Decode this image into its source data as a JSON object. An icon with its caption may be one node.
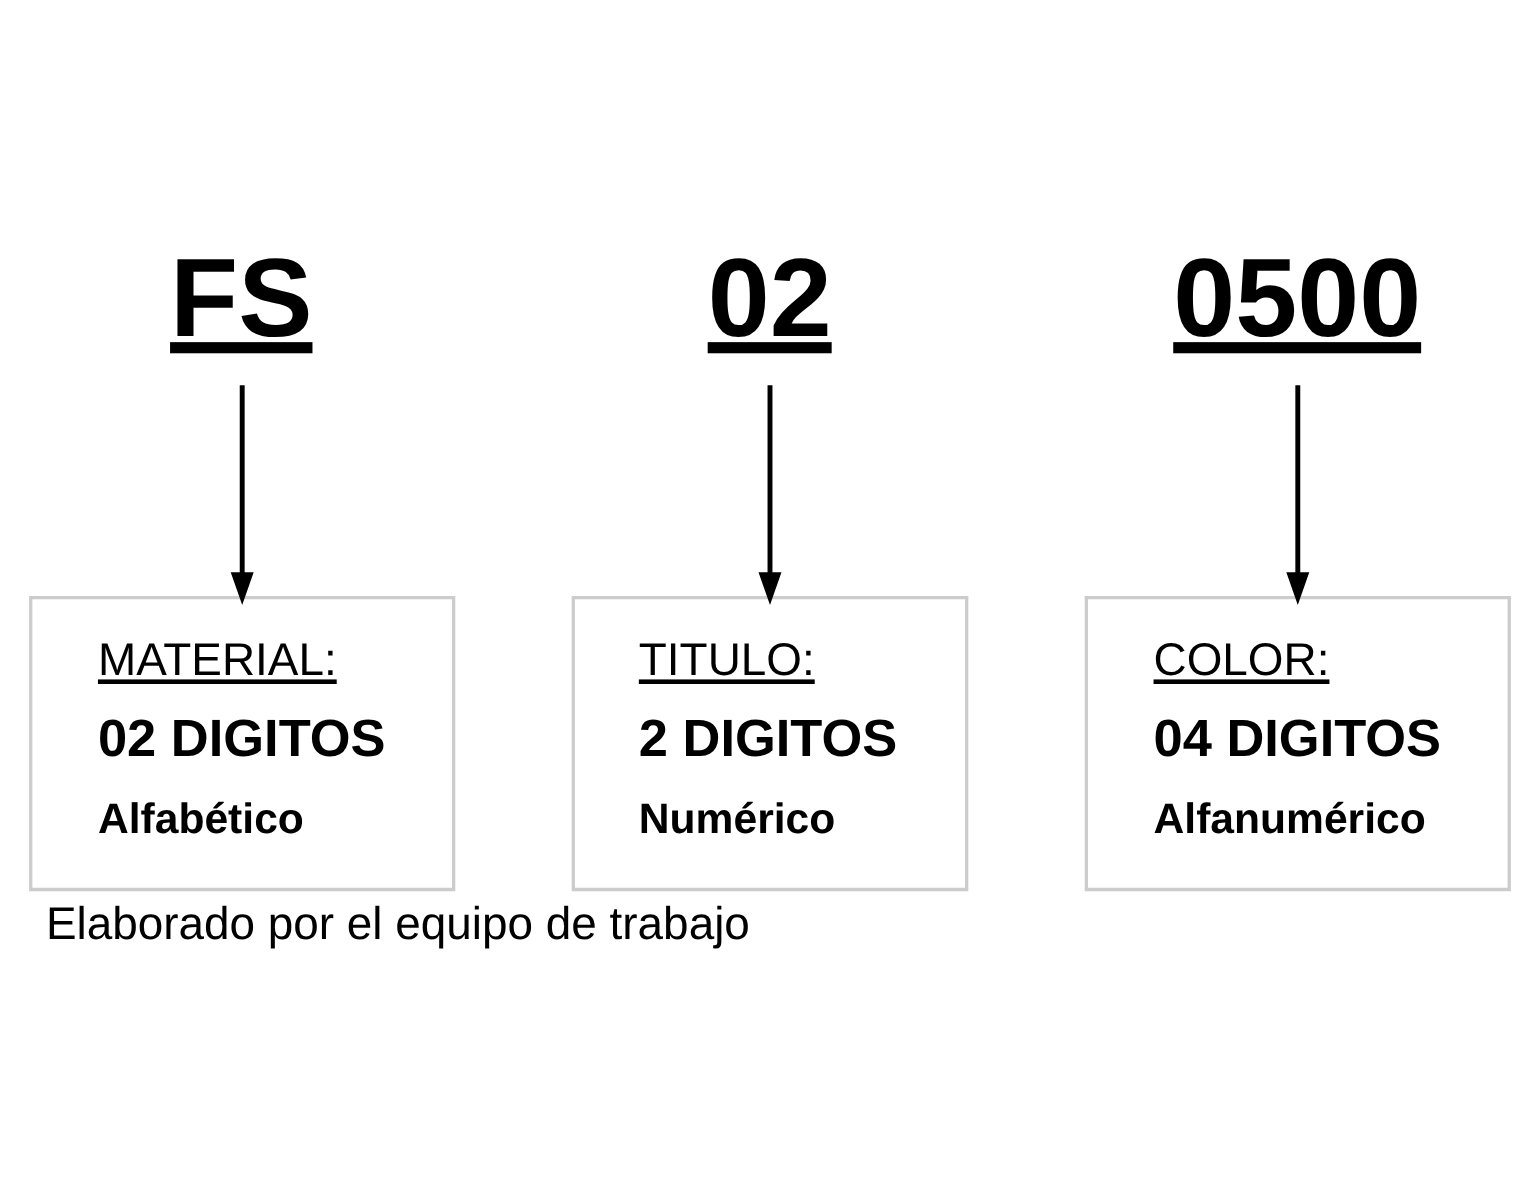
{
  "diagram": {
    "caption": "Elaborado por el equipo de trabajo",
    "nodes": [
      {
        "text": [
          "FS"
        ]
      },
      {
        "text": [
          "02"
        ]
      },
      {
        "text": [
          "0500"
        ]
      },
      {
        "text": [
          "COLOR:",
          "04 DIGITOS",
          "Alfanumérico"
        ]
      },
      {
        "text": [
          "TITULO:",
          "2 DIGITOS",
          "Numérico"
        ]
      },
      {
        "text": [
          "MATERIAL:",
          "02 DIGITOS",
          "Alfabético"
        ]
      }
    ],
    "edges": [
      {
        "from": 2,
        "to": 3,
        "arrow": "to"
      },
      {
        "from": 1,
        "to": 4,
        "arrow": "to"
      },
      {
        "from": 0,
        "to": 5,
        "arrow": "to"
      }
    ]
  }
}
